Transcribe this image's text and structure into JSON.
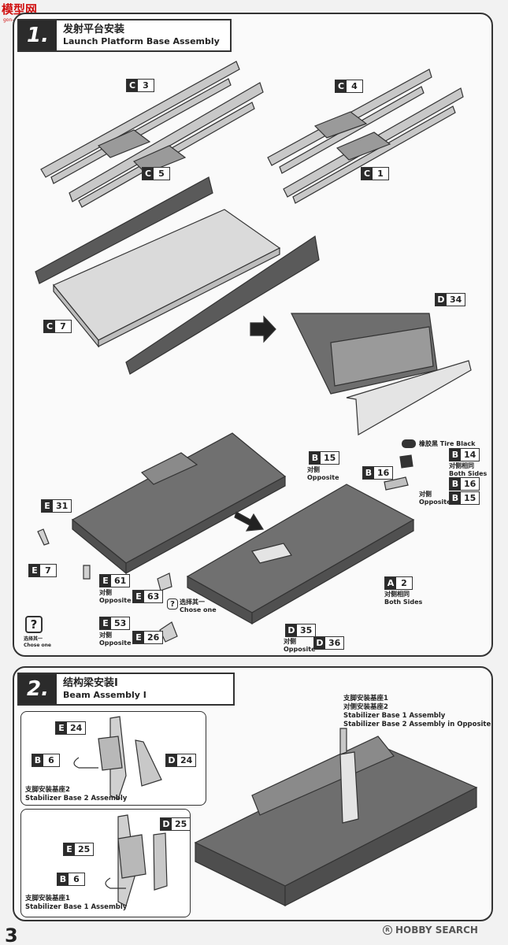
{
  "watermark": {
    "text": "模型网",
    "sub": "gon-shan.com"
  },
  "step1": {
    "number": "1.",
    "title_zh": "发射平台安装",
    "title_en": "Launch Platform Base Assembly",
    "parts": {
      "c3": {
        "letter": "C",
        "num": "3"
      },
      "c5": {
        "letter": "C",
        "num": "5"
      },
      "c4": {
        "letter": "C",
        "num": "4"
      },
      "c1": {
        "letter": "C",
        "num": "1"
      },
      "c7": {
        "letter": "C",
        "num": "7"
      },
      "d34": {
        "letter": "D",
        "num": "34"
      },
      "e31": {
        "letter": "E",
        "num": "31"
      },
      "e7": {
        "letter": "E",
        "num": "7"
      },
      "e61": {
        "letter": "E",
        "num": "61"
      },
      "e63": {
        "letter": "E",
        "num": "63"
      },
      "e53": {
        "letter": "E",
        "num": "53"
      },
      "e26": {
        "letter": "E",
        "num": "26"
      },
      "b15a": {
        "letter": "B",
        "num": "15"
      },
      "b16a": {
        "letter": "B",
        "num": "16"
      },
      "b14": {
        "letter": "B",
        "num": "14"
      },
      "b16b": {
        "letter": "B",
        "num": "16"
      },
      "b15b": {
        "letter": "B",
        "num": "15"
      },
      "a2": {
        "letter": "A",
        "num": "2"
      },
      "d35": {
        "letter": "D",
        "num": "35"
      },
      "d36": {
        "letter": "D",
        "num": "36"
      }
    },
    "tire_black": {
      "zh": "橡胶黑",
      "en": "Tire Black"
    },
    "opposite_zh": "对侧",
    "opposite_en": "Opposite",
    "both_sides_zh": "对侧相同",
    "both_sides_en": "Both Sides",
    "choose_zh": "选择其一",
    "choose_en": "Chose one",
    "question": "?"
  },
  "step2": {
    "number": "2.",
    "title_zh": "结构梁安装I",
    "title_en": "Beam Assembly I",
    "parts": {
      "e24": {
        "letter": "E",
        "num": "24"
      },
      "b6a": {
        "letter": "B",
        "num": "6"
      },
      "d24": {
        "letter": "D",
        "num": "24"
      },
      "d25": {
        "letter": "D",
        "num": "25"
      },
      "e25": {
        "letter": "E",
        "num": "25"
      },
      "b6b": {
        "letter": "B",
        "num": "6"
      }
    },
    "stab2_zh": "支脚安装基座2",
    "stab2_en": "Stabilizer Base 2 Assembly",
    "stab1_zh": "支脚安装基座1",
    "stab1_en": "Stabilizer Base 1 Assembly",
    "note_zh1": "支脚安装基座1",
    "note_zh2": "对侧安装基座2",
    "note_en1": "Stabilizer Base 1 Assembly",
    "note_en2": "Stabilizer Base 2 Assembly in Opposite"
  },
  "footer": {
    "page": "3",
    "brand": "HOBBY SEARCH",
    "reg": "R"
  },
  "colors": {
    "part_gray": "#8a8a8a",
    "dark": "#2b2b2b",
    "light_part": "#d4d4d4",
    "watermark": "#d01010"
  }
}
